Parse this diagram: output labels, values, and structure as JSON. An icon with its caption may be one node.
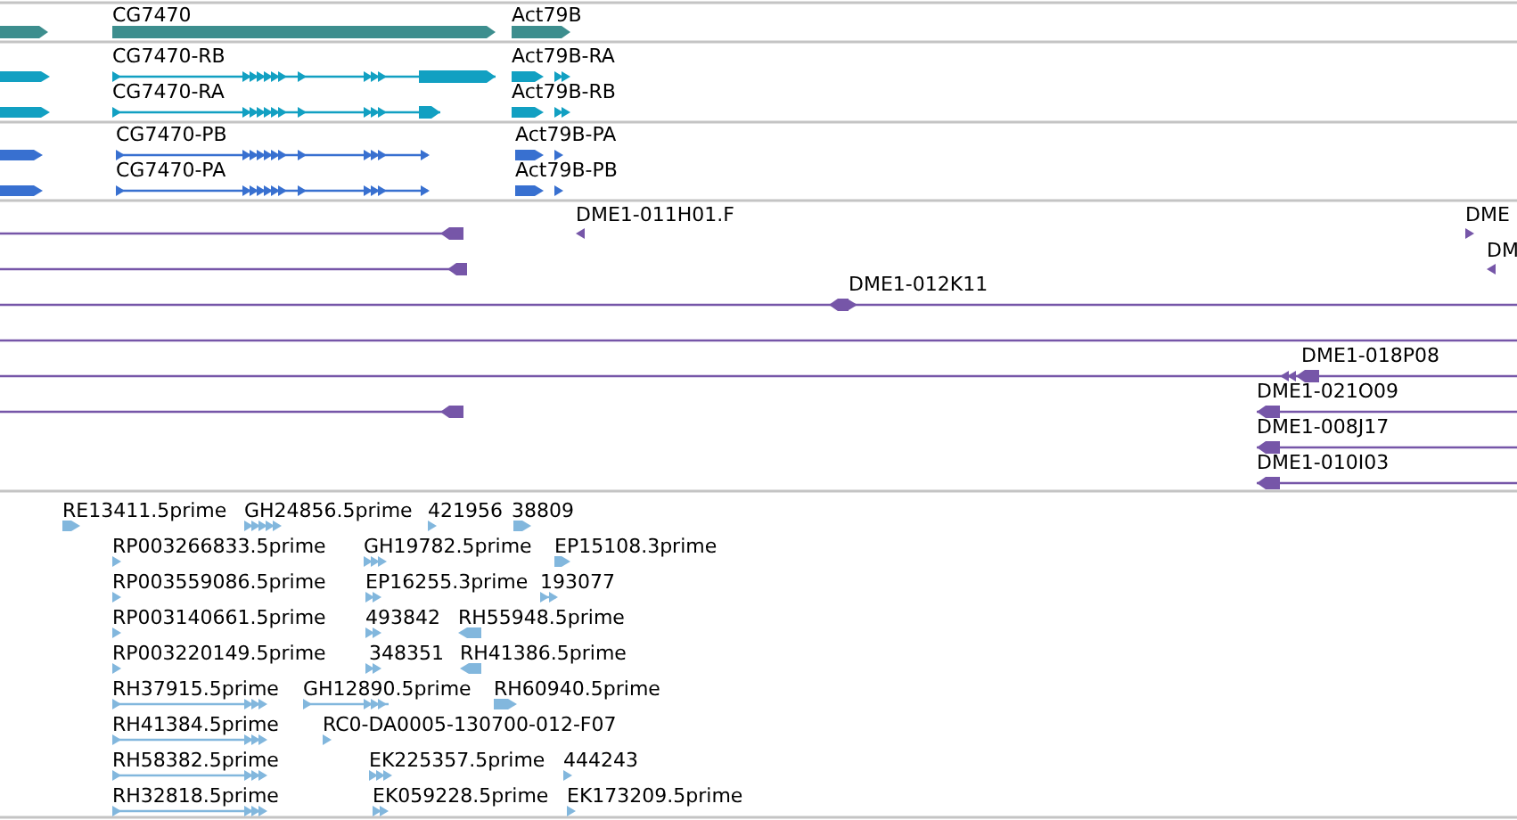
{
  "diagram": {
    "labels": [
      "CG7470",
      "Act79B",
      "CG7470-RB",
      "Act79B-RA",
      "CG7470-RA",
      "Act79B-RB",
      "CG7470-PB",
      "Act79B-PA",
      "CG7470-PA",
      "Act79B-PB",
      "DME1-011H01.F",
      "DME",
      "DM",
      "DME1-012K11",
      "DME1-018P08",
      "DME1-021O09",
      "DME1-008J17",
      "DME1-010I03",
      "RE13411.5prime",
      "GH24856.5prime",
      "421956",
      "38809",
      "RP003266833.5prime",
      "GH19782.5prime",
      "EP15108.3prime",
      "RP003559086.5prime",
      "EP16255.3prime",
      "193077",
      "RP003140661.5prime",
      "493842",
      "RH55948.5prime",
      "RP003220149.5prime",
      "348351",
      "RH41386.5prime",
      "RH37915.5prime",
      "GH12890.5prime",
      "RH60940.5prime",
      "RH41384.5prime",
      "RC0-DA0005-130700-012-F07",
      "RH58382.5prime",
      "EK225357.5prime",
      "444243",
      "RH32818.5prime",
      "EK059228.5prime",
      "EK173209.5prime"
    ]
  }
}
